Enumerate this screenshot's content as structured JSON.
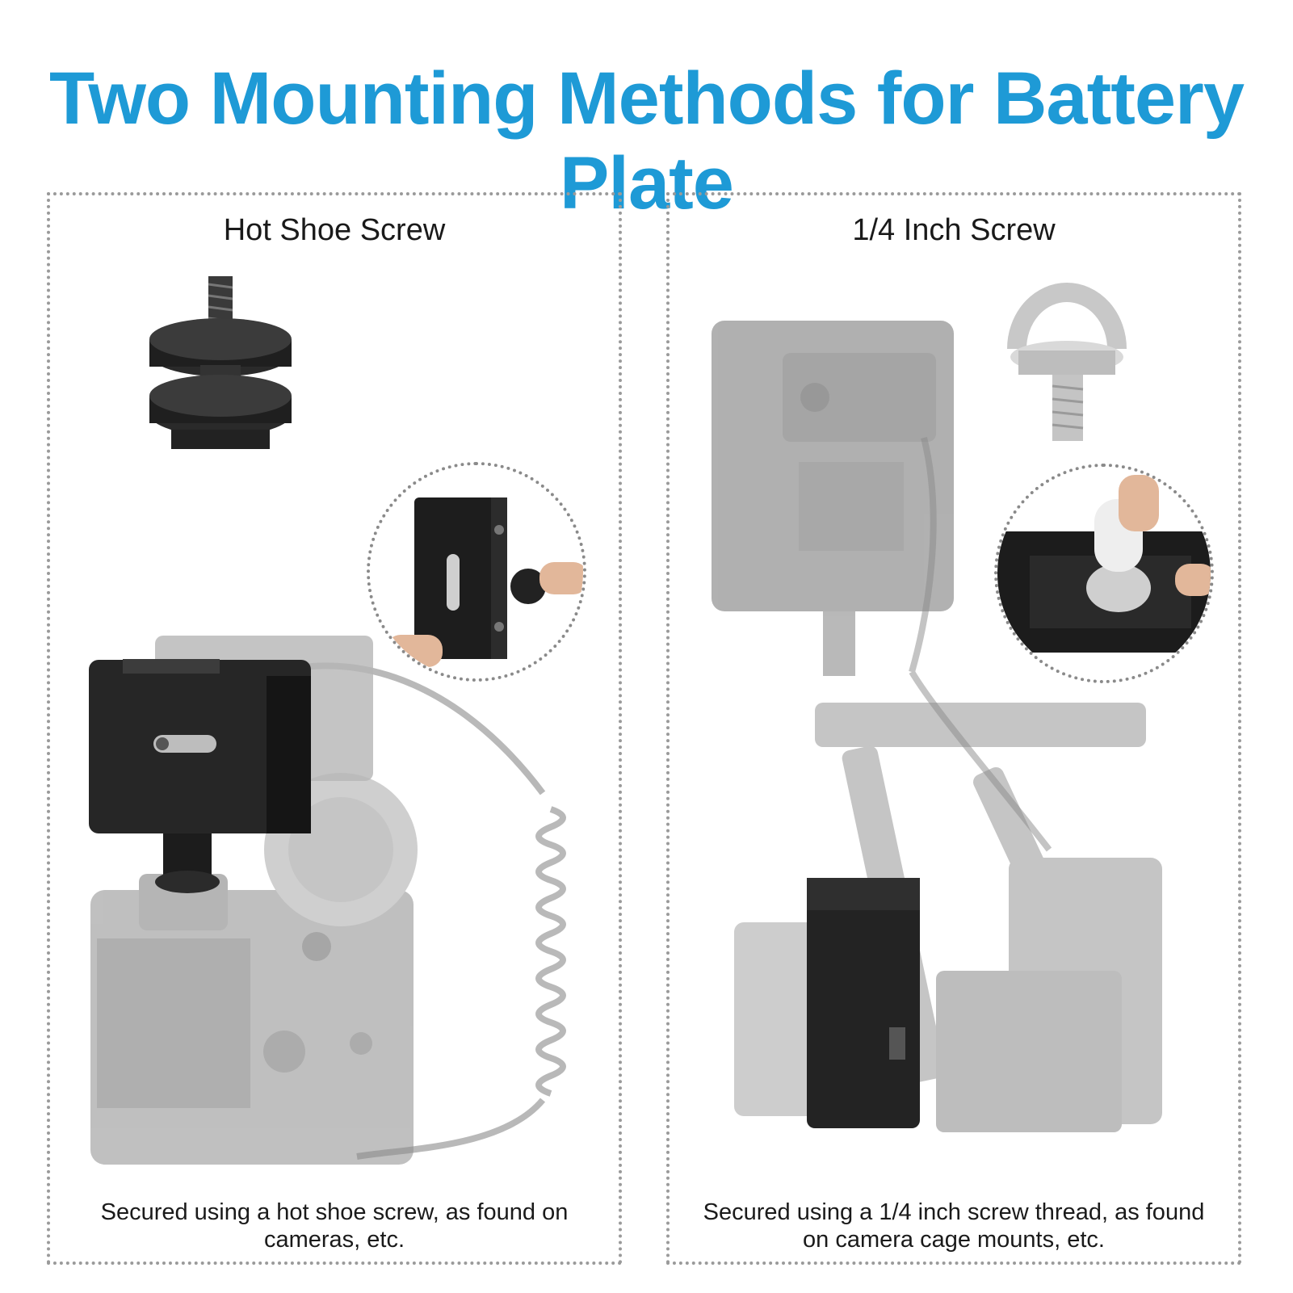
{
  "title": "Two Mounting Methods for Battery Plate",
  "colors": {
    "title": "#1e9ad6",
    "border": "#9a9a9a",
    "text": "#1a1a1a"
  },
  "panels": [
    {
      "heading": "Hot Shoe Screw",
      "caption": "Secured using a hot shoe screw, as found on cameras, etc."
    },
    {
      "heading": "1/4 Inch Screw",
      "caption": "Secured using a 1/4 inch screw thread, as found on camera cage mounts, etc."
    }
  ]
}
